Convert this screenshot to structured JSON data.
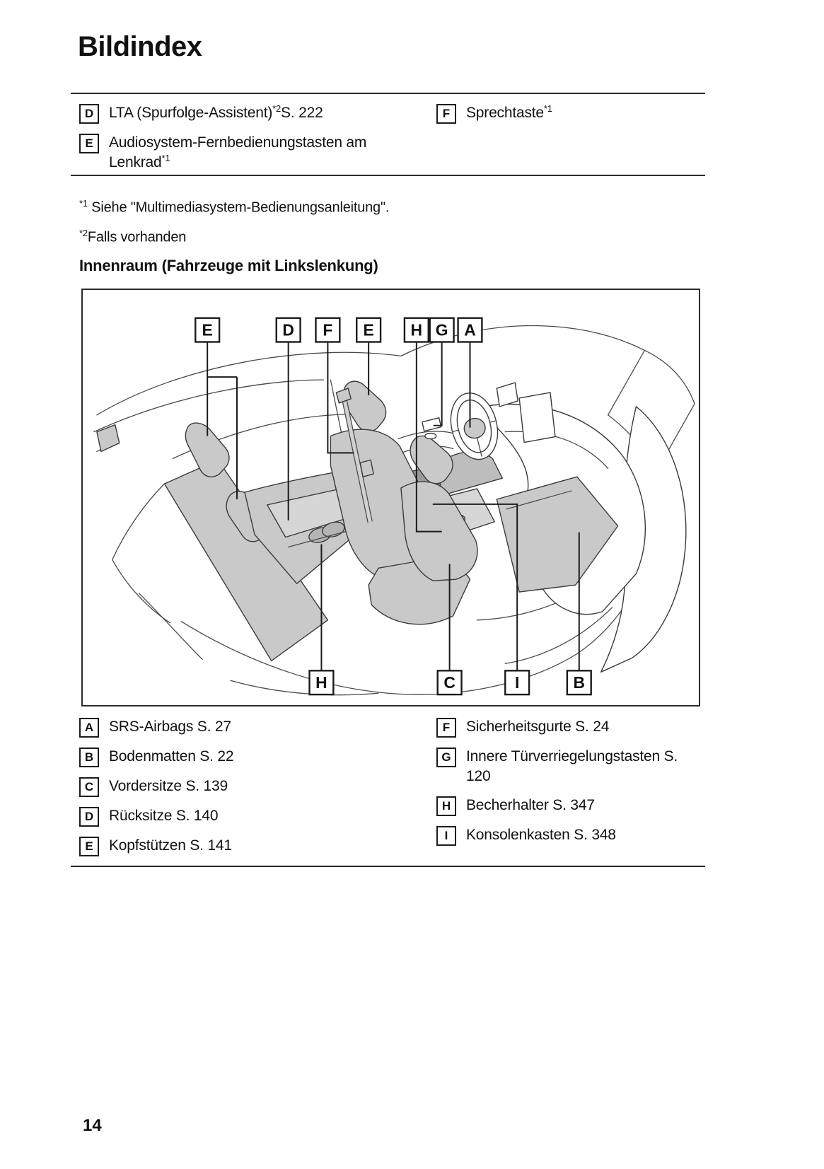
{
  "page": {
    "title": "Bildindex",
    "page_number": "14",
    "section_heading": "Innenraum (Fahrzeuge mit Linkslenkung)"
  },
  "top_list": {
    "left": [
      {
        "key": "D",
        "label": "LTA (Spurfolge-Assistent)",
        "sup": "*2",
        "page_ref": "S. 222"
      },
      {
        "key": "E",
        "label": "Audiosystem-Fernbedienungstasten am Lenkrad",
        "sup": "*1",
        "page_ref": ""
      }
    ],
    "right": [
      {
        "key": "F",
        "label": "Sprechtaste",
        "sup": "*1",
        "page_ref": ""
      }
    ]
  },
  "footnotes": [
    {
      "marker": "*1",
      "text": " Siehe \"Multimediasystem-Bedienungsanleitung\"."
    },
    {
      "marker": "*2",
      "text": "Falls vorhanden"
    }
  ],
  "diagram": {
    "top_labels": [
      "E",
      "D",
      "F",
      "E",
      "H",
      "G",
      "A"
    ],
    "bottom_labels": [
      "H",
      "C",
      "I",
      "B"
    ]
  },
  "bottom_list": {
    "left": [
      {
        "key": "A",
        "label": "SRS-Airbags S. 27"
      },
      {
        "key": "B",
        "label": "Bodenmatten S. 22"
      },
      {
        "key": "C",
        "label": "Vordersitze S. 139"
      },
      {
        "key": "D",
        "label": "Rücksitze S. 140"
      },
      {
        "key": "E",
        "label": "Kopfstützen S. 141"
      }
    ],
    "right": [
      {
        "key": "F",
        "label": "Sicherheitsgurte S. 24"
      },
      {
        "key": "G",
        "label": "Innere Türverriegelungstasten S. 120"
      },
      {
        "key": "H",
        "label": "Becherhalter S. 347"
      },
      {
        "key": "I",
        "label": "Konsolenkasten S. 348"
      }
    ]
  },
  "colors": {
    "seat_gray": "#c9c9c9",
    "console_dark": "#999999",
    "line": "#3a3a3a"
  }
}
